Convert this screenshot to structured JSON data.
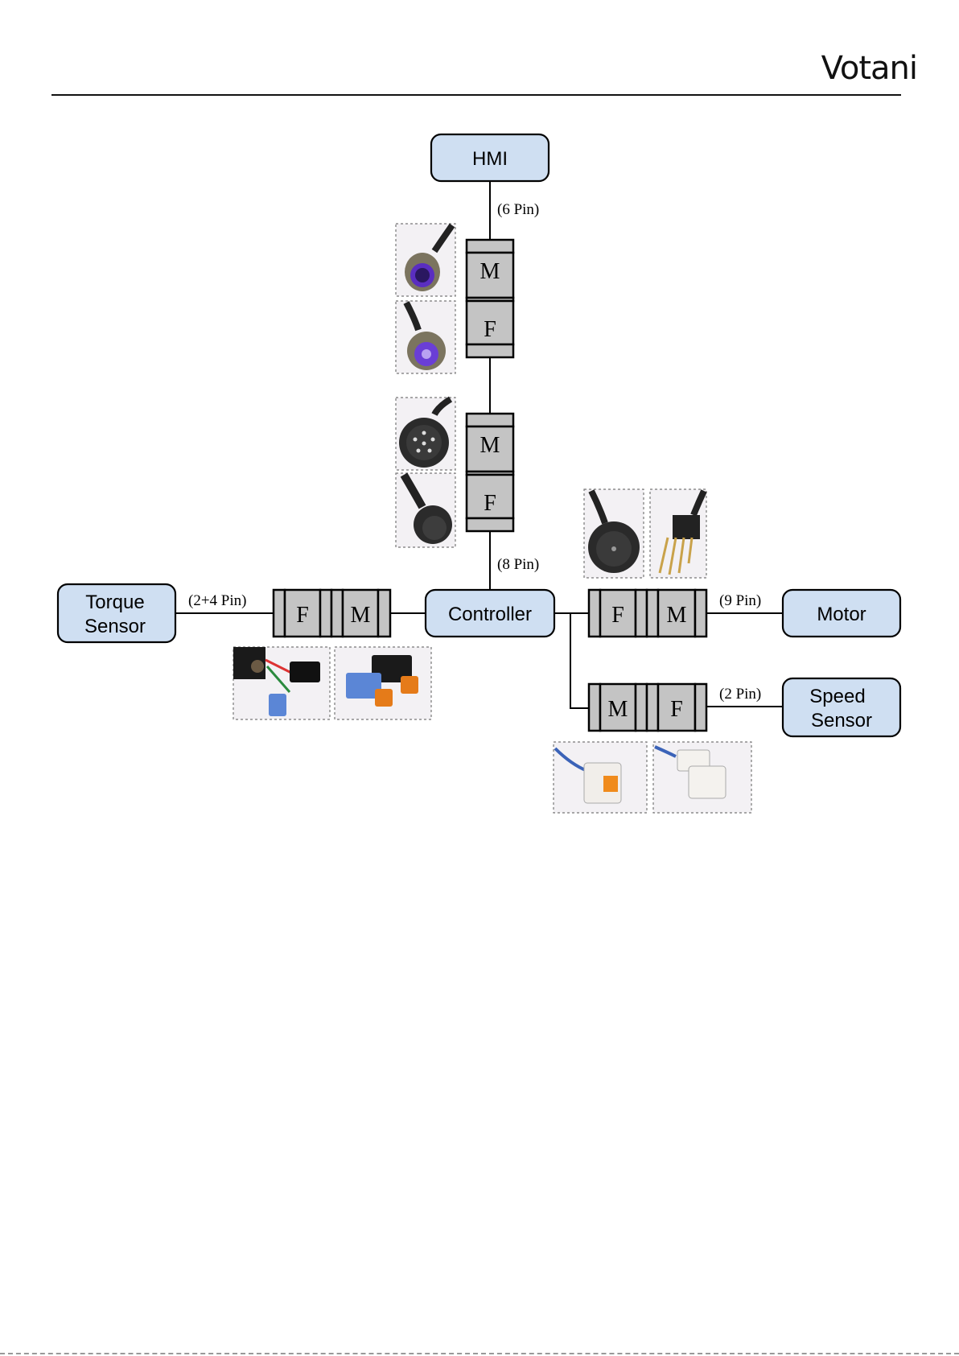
{
  "header": {
    "logo_text": "Votani"
  },
  "diagram": {
    "nodes": {
      "hmi": "HMI",
      "controller": "Controller",
      "torque_line1": "Torque",
      "torque_line2": "Sensor",
      "motor": "Motor",
      "speed_line1": "Speed",
      "speed_line2": "Sensor"
    },
    "pins": {
      "hmi": "(6 Pin)",
      "controller": "(8 Pin)",
      "torque": "(2+4 Pin)",
      "motor": "(9 Pin)",
      "speed": "(2 Pin)"
    },
    "connectors": {
      "male": "M",
      "female": "F"
    }
  },
  "colors": {
    "node_fill": "#cfdff2",
    "connector_fill": "#c4c4c4"
  }
}
